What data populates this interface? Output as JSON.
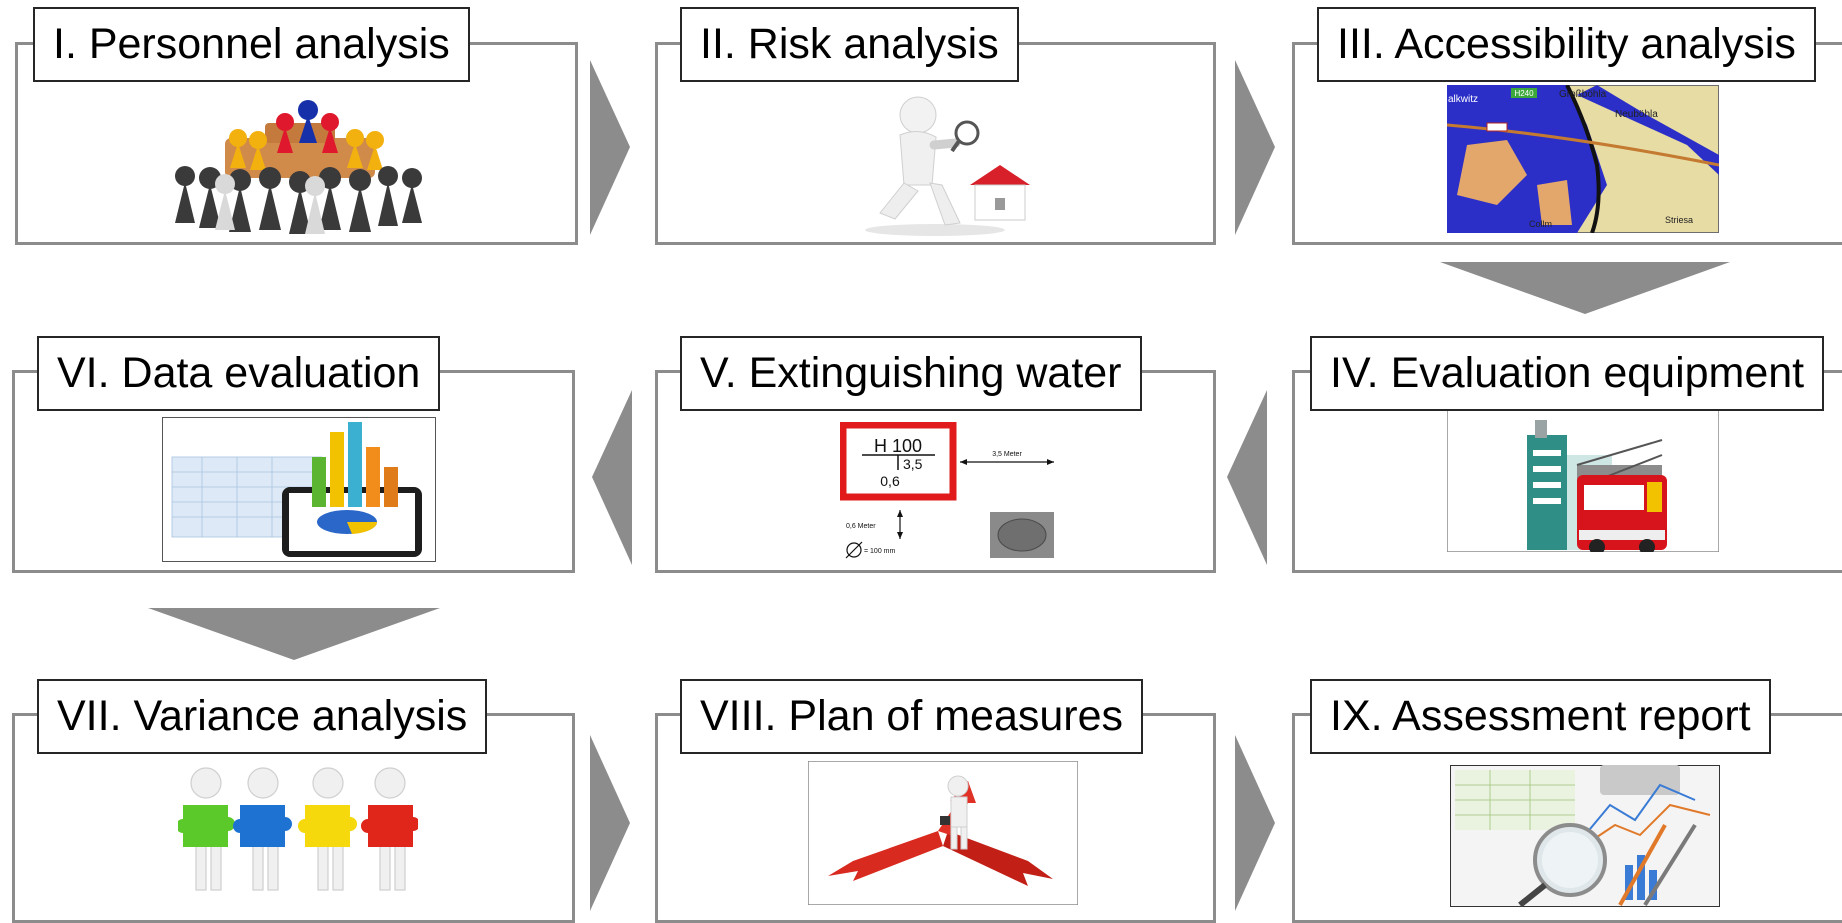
{
  "steps": [
    {
      "label": "I. Personnel analysis",
      "icon": "game-pieces-icon"
    },
    {
      "label": "II. Risk analysis",
      "icon": "magnifier-figure-icon"
    },
    {
      "label": "III. Accessibility analysis",
      "icon": "map-icon"
    },
    {
      "label": "IV. Evaluation equipment",
      "icon": "fire-station-truck-icon"
    },
    {
      "label": "V. Extinguishing water",
      "icon": "hydrant-sign-icon"
    },
    {
      "label": "VI. Data evaluation",
      "icon": "tablet-chart-icon"
    },
    {
      "label": "VII. Variance analysis",
      "icon": "puzzle-figures-icon"
    },
    {
      "label": "VIII. Plan of measures",
      "icon": "crossroads-figure-icon"
    },
    {
      "label": "IX. Assessment report",
      "icon": "report-documents-icon"
    }
  ],
  "map": {
    "places": [
      "alkwitz",
      "Großböhla",
      "Neuböhla",
      "Collm",
      "Striesa"
    ],
    "sign": "H240"
  },
  "hydrant_sign": {
    "code": "H 100",
    "right_value": "3,5",
    "down_value": "0,6",
    "width_label": "3,5 Meter",
    "height_label": "0,6 Meter",
    "diameter_label": "= 100 mm"
  },
  "colors": {
    "border": "#8c8c8c",
    "arrow": "#8c8c8c",
    "label_border": "#262626"
  }
}
